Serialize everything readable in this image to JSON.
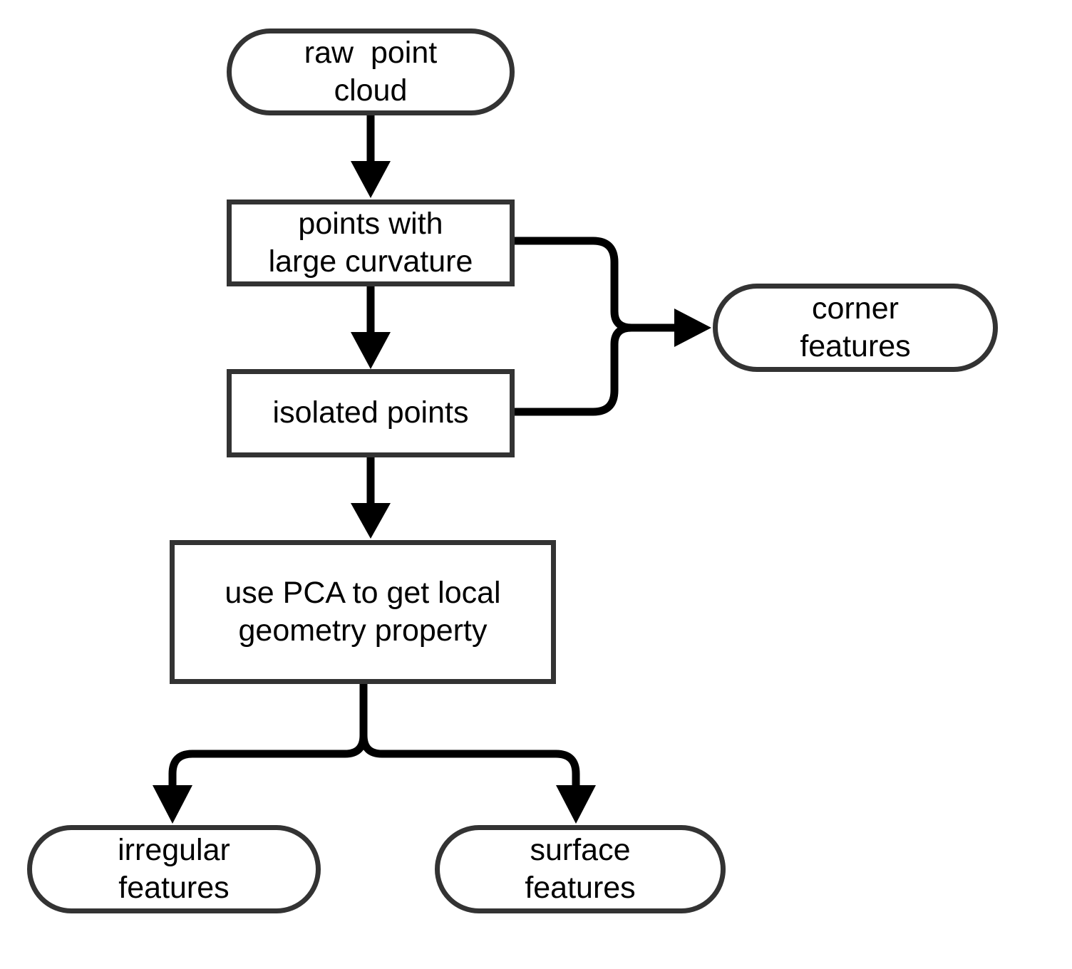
{
  "diagram": {
    "title": "feature extraction flowchart",
    "colors": {
      "background": "#ffffff",
      "node_border": "#333333",
      "connector": "#000000",
      "text": "#000000"
    },
    "nodes": {
      "raw_point_cloud": {
        "label": "raw  point\ncloud",
        "shape": "stadium"
      },
      "points_with_large_curvature": {
        "label": "points with\nlarge curvature",
        "shape": "rect"
      },
      "isolated_points": {
        "label": "isolated points",
        "shape": "rect"
      },
      "corner_features": {
        "label": "corner\nfeatures",
        "shape": "stadium"
      },
      "use_pca": {
        "label": "use PCA to get local\ngeometry property",
        "shape": "rect"
      },
      "irregular_features": {
        "label": "irregular\nfeatures",
        "shape": "stadium"
      },
      "surface_features": {
        "label": "surface\nfeatures",
        "shape": "stadium"
      }
    },
    "edges": [
      {
        "from": "raw_point_cloud",
        "to": "points_with_large_curvature",
        "type": "arrow-down"
      },
      {
        "from": "points_with_large_curvature",
        "to": "isolated_points",
        "type": "arrow-down"
      },
      {
        "from": "points_with_large_curvature",
        "to": "corner_features",
        "type": "merge-right"
      },
      {
        "from": "isolated_points",
        "to": "corner_features",
        "type": "merge-right"
      },
      {
        "from": "isolated_points",
        "to": "use_pca",
        "type": "arrow-down"
      },
      {
        "from": "use_pca",
        "to": "irregular_features",
        "type": "fork-left"
      },
      {
        "from": "use_pca",
        "to": "surface_features",
        "type": "fork-right"
      }
    ]
  }
}
